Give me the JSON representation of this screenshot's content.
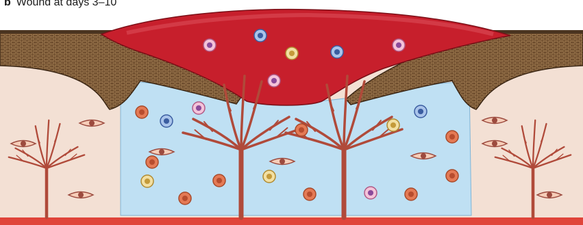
{
  "figure": {
    "panel_letter": "b",
    "title": "Wound at days 3–10"
  },
  "colors": {
    "dermis": "#f3e0d4",
    "granulation_tissue": "#bfe0f3",
    "clot": "#c71f2c",
    "clot_highlight": "#e05560",
    "epidermis": "#6b4a2b",
    "epidermis_pattern": "#9a7750",
    "vessel": "#b04a3a",
    "base_vessel": "#e0443a",
    "fibroblast": "#e47a55",
    "macrophage": "#3a5da0",
    "neutrophil": "#e78fb8",
    "lymphocyte": "#e2c06a",
    "endothelial_eye": "#9c4a3e"
  },
  "cells": {
    "clot_cells": [
      "neutrophil",
      "macrophage",
      "lymphocyte",
      "macrophage",
      "neutrophil",
      "neutrophil"
    ],
    "tissue_cell_types": [
      "fibroblast",
      "macrophage",
      "neutrophil",
      "lymphocyte"
    ]
  }
}
